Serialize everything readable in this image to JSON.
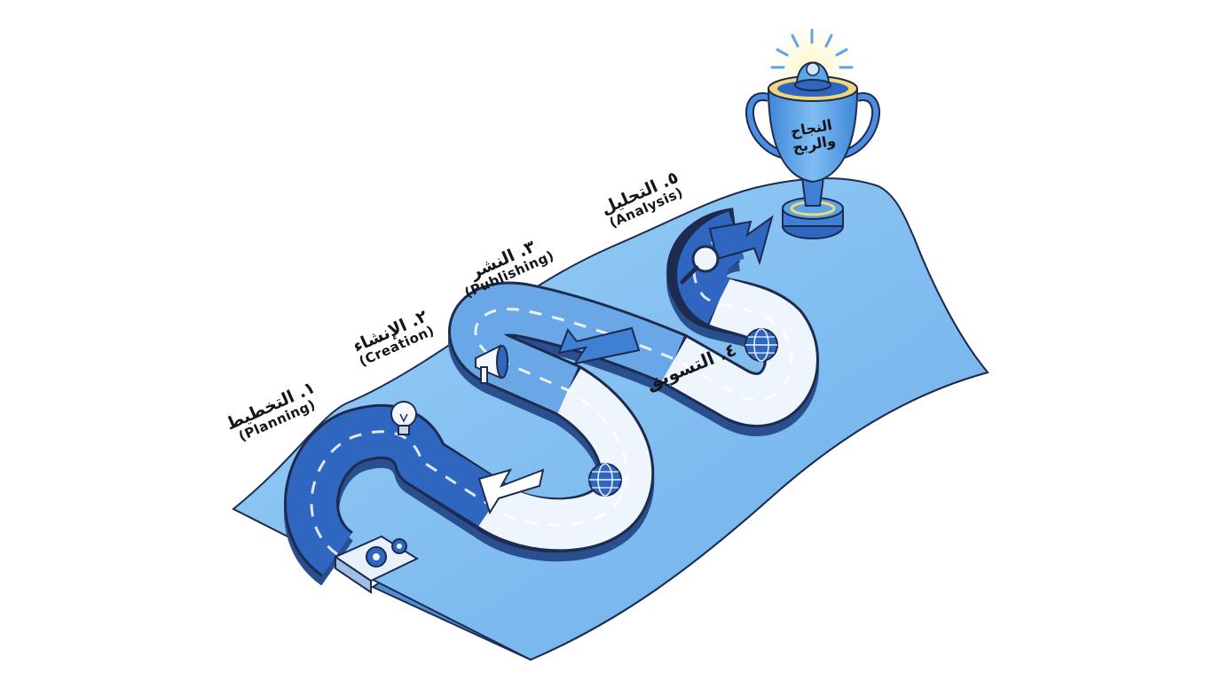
{
  "steps": [
    {
      "id": "planning",
      "title_ar": "١. التخطيط",
      "title_en": "(Planning)",
      "icon": "gears-icon"
    },
    {
      "id": "creation",
      "title_ar": "٢. الإنشاء",
      "title_en": "(Creation)",
      "icon": "lightbulb-icon"
    },
    {
      "id": "publishing",
      "title_ar": "٣. النشر",
      "title_en": "(Publishing)",
      "icon": "megaphone-icon"
    },
    {
      "id": "marketing",
      "title_ar": "٤. التسويق",
      "title_en": "",
      "icon": "globe-icon"
    },
    {
      "id": "analysis",
      "title_ar": "٥. التحليل",
      "title_en": "(Analysis)",
      "icon": "magnifier-icon"
    }
  ],
  "goal": {
    "line1": "النجاح",
    "line2": "والربح",
    "icon": "trophy-icon"
  },
  "colors": {
    "ground": "#82bff0",
    "ground_dark": "#4f8fd6",
    "road_dark": "#2f66c0",
    "road_mid": "#4b8ee0",
    "road_light": "#eef5fd",
    "outline": "#1d2b4f",
    "trophy": "#5aa4e8",
    "trophy_gold": "#f1d77a"
  }
}
